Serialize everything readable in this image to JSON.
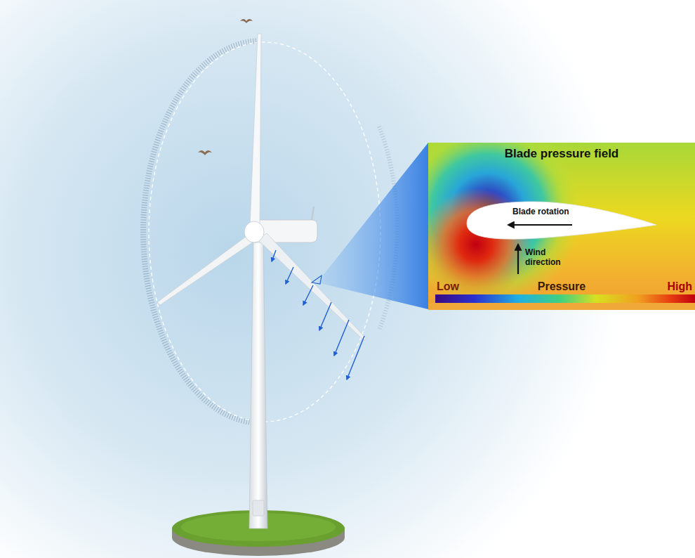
{
  "diagram": {
    "labels": [
      "Blade pressure field",
      "Blade rotation",
      "Wind direction",
      "Low",
      "Pressure",
      "High"
    ]
  }
}
